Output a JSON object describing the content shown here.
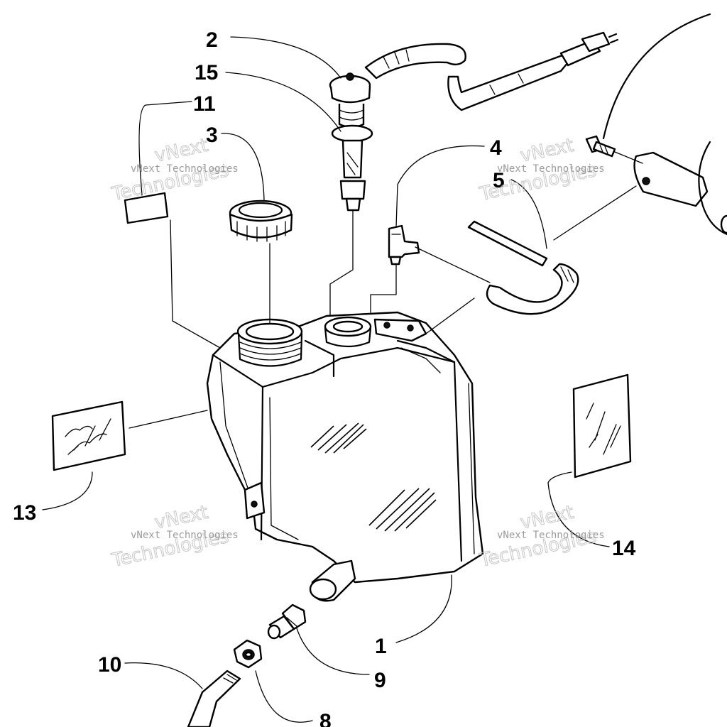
{
  "callouts": {
    "n1": "1",
    "n2": "2",
    "n3": "3",
    "n4": "4",
    "n5": "5",
    "n8": "8",
    "n9": "9",
    "n10": "10",
    "n11": "11",
    "n13": "13",
    "n14": "14",
    "n15": "15"
  },
  "watermark": {
    "brand": "vNext",
    "word": "Technologies",
    "line": "vNext Technologies"
  }
}
